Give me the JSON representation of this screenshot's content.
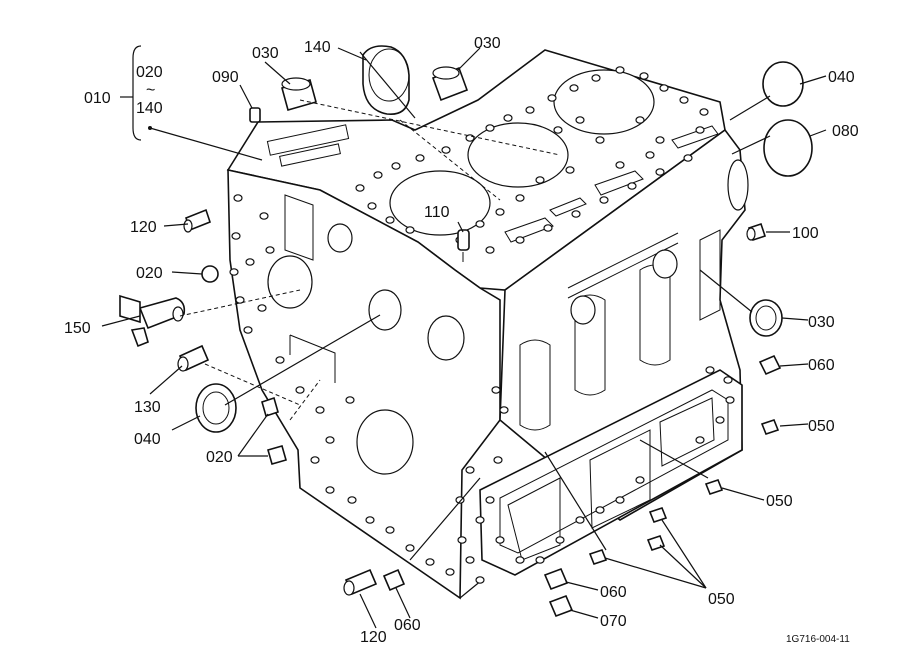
{
  "labels": {
    "l010": "010",
    "l020_top": "020",
    "l_tilde": "~",
    "l140_range": "140",
    "l090": "090",
    "l030_a": "030",
    "l140": "140",
    "l030_b": "030",
    "l040_top": "040",
    "l080": "080",
    "l120_top": "120",
    "l110": "110",
    "l100": "100",
    "l020_mid": "020",
    "l150": "150",
    "l030_c": "030",
    "l060_a": "060",
    "l130": "130",
    "l050_a": "050",
    "l040_bottom": "040",
    "l020_bottom": "020",
    "l050_b": "050",
    "l060_b": "060",
    "l050_c": "050",
    "l120_bottom": "120",
    "l060_c": "060",
    "l070": "070"
  },
  "figure_code": "1G716-004-11"
}
